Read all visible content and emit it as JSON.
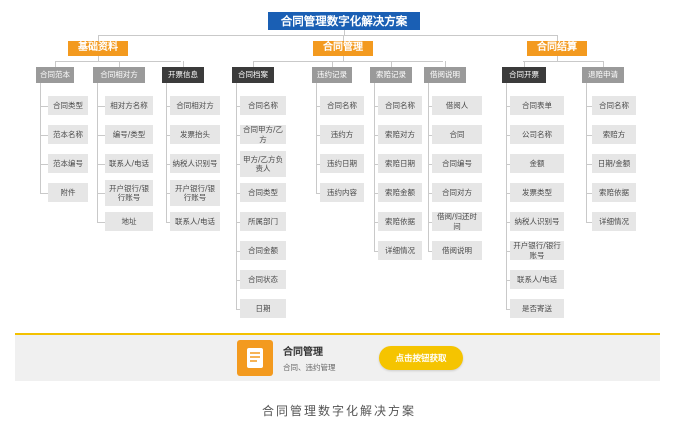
{
  "title": "合同管理数字化解决方案",
  "categories": {
    "basic": "基础资料",
    "manage": "合同管理",
    "settle": "合同结算"
  },
  "sections": {
    "template": {
      "label": "合同范本",
      "items": [
        "合同类型",
        "范本名称",
        "范本编号",
        "附件"
      ]
    },
    "counterparty": {
      "label": "合同相对方",
      "items": [
        "相对方名称",
        "编号/类型",
        "联系人/电话",
        "开户银行/银行账号",
        "地址"
      ]
    },
    "invoice_info": {
      "label": "开票信息",
      "items": [
        "合同相对方",
        "发票抬头",
        "纳税人识别号",
        "开户银行/银行账号",
        "联系人/电话"
      ]
    },
    "archive": {
      "label": "合同档案",
      "items": [
        "合同名称",
        "合同甲方/乙方",
        "甲方/乙方负责人",
        "合同类型",
        "所属部门",
        "合同金额",
        "合同状态",
        "日期"
      ]
    },
    "breach": {
      "label": "违约记录",
      "items": [
        "合同名称",
        "违约方",
        "违约日期",
        "违约内容"
      ]
    },
    "claim": {
      "label": "索赔记录",
      "items": [
        "合同名称",
        "索赔对方",
        "索赔日期",
        "索赔金额",
        "索赔依据",
        "详细情况"
      ]
    },
    "borrow": {
      "label": "借阅说明",
      "items": [
        "借阅人",
        "合同",
        "合同编号",
        "合同对方",
        "借阅/归还时间",
        "借阅说明"
      ]
    },
    "invoicing": {
      "label": "合同开票",
      "items": [
        "合同表单",
        "公司名称",
        "金额",
        "发票类型",
        "纳税人识别号",
        "开户银行/银行账号",
        "联系人/电话",
        "是否寄送"
      ]
    },
    "refund": {
      "label": "退赔申请",
      "items": [
        "合同名称",
        "索赔方",
        "日期/金额",
        "索赔依据",
        "详细情况"
      ]
    }
  },
  "banner": {
    "icon": "document-icon",
    "title": "合同管理",
    "subtitle": "合同、违约管理",
    "button": "点击按钮获取"
  },
  "caption": "合同管理数字化解决方案",
  "colors": {
    "title_bg": "#1a5fb4",
    "category_bg": "#f39a1f",
    "section_gray": "#9a9a9a",
    "section_dark": "#3b3b3b",
    "leaf_bg": "#e6e6e6",
    "button_bg": "#f5c400",
    "icon_bg": "#f39a1f"
  }
}
